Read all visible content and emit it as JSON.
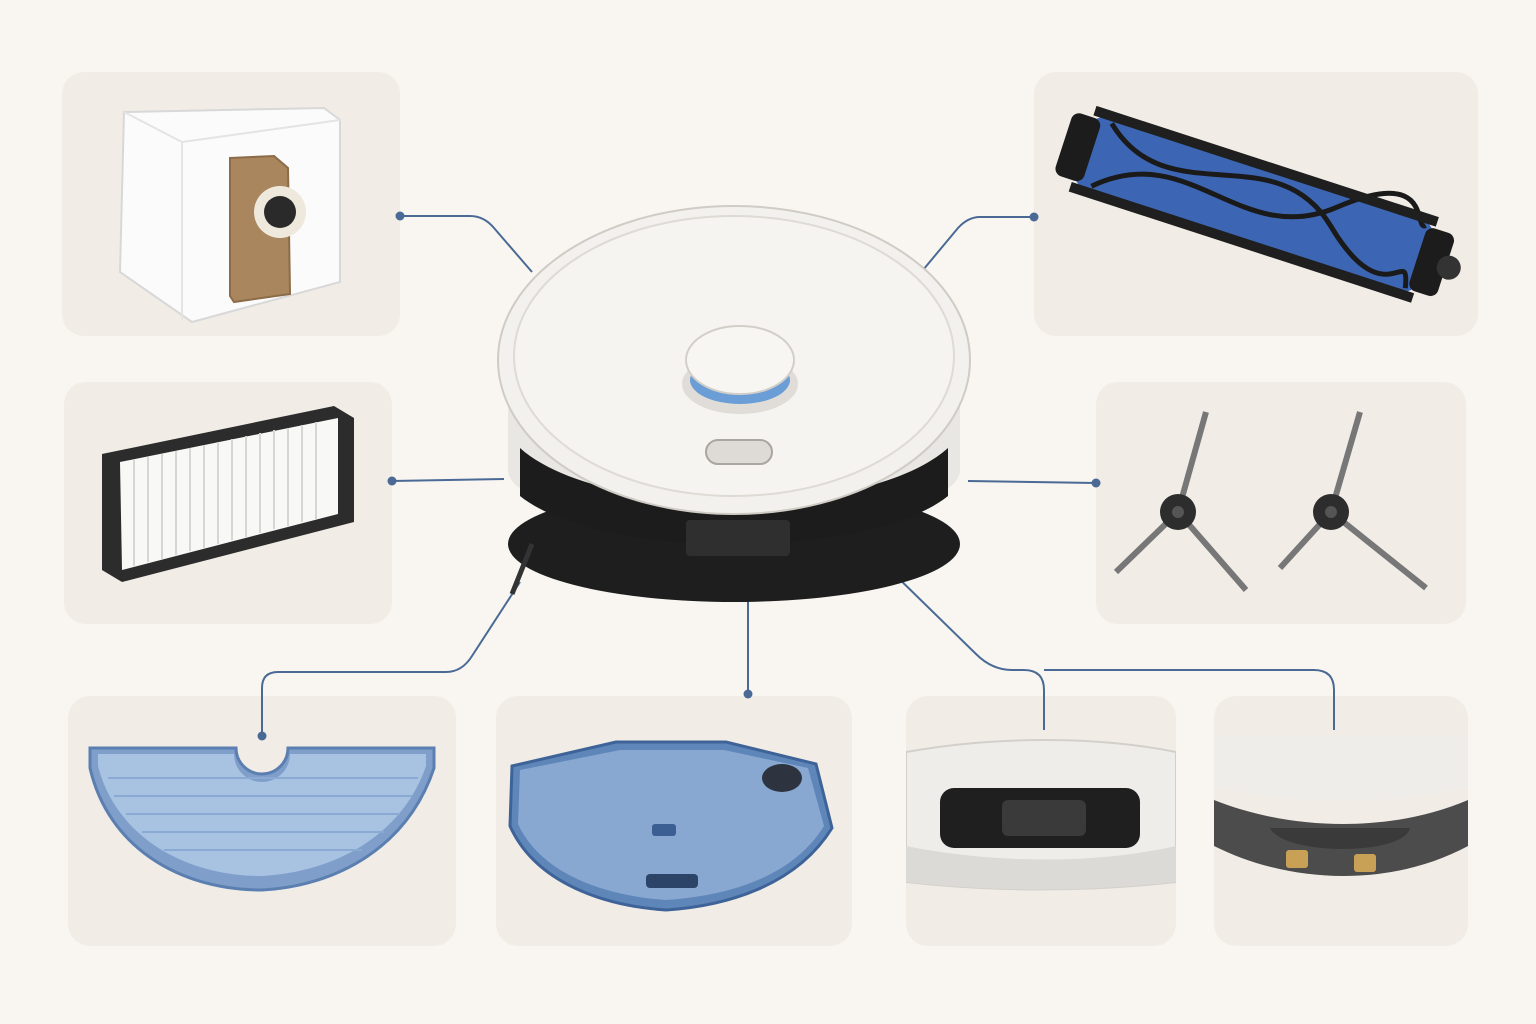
{
  "diagram": {
    "center": {
      "name": "robot vacuum"
    },
    "parts": [
      {
        "id": "dust-bag"
      },
      {
        "id": "hepa-filter"
      },
      {
        "id": "main-roller-brush"
      },
      {
        "id": "side-brushes"
      },
      {
        "id": "mop-pad"
      },
      {
        "id": "water-tank"
      },
      {
        "id": "front-sensor-window"
      },
      {
        "id": "charging-contacts"
      }
    ],
    "colors": {
      "background": "#f9f6f1",
      "card": "#f1ece6",
      "connector": "#4a6a95",
      "accent_blue": "#3a6fc4",
      "robot_body": "#efedea",
      "dark": "#2b2b2b"
    }
  }
}
